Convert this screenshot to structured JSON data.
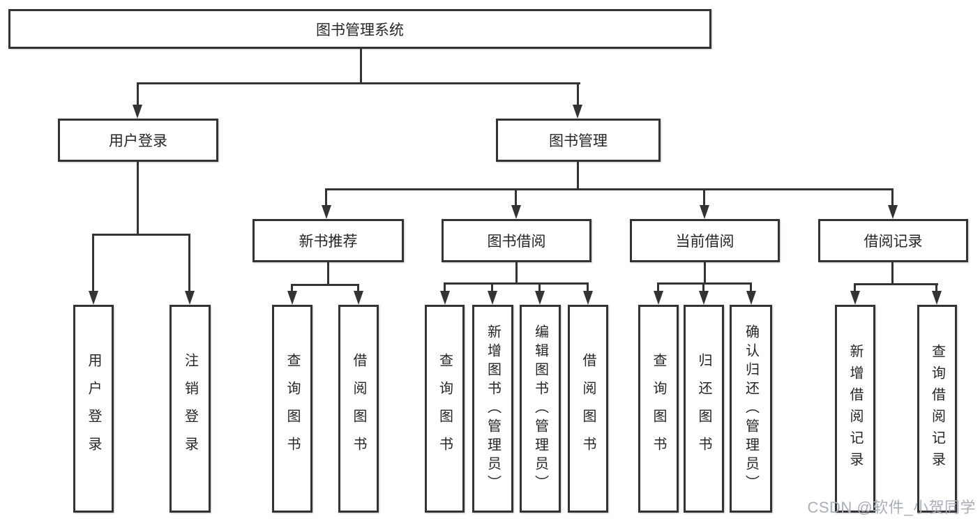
{
  "diagram": {
    "root": {
      "label": "图书管理系统",
      "children": [
        {
          "label": "用户登录",
          "children": [
            {
              "label": "用户登录"
            },
            {
              "label": "注销登录"
            }
          ]
        },
        {
          "label": "图书管理",
          "children": [
            {
              "label": "新书推荐",
              "children": [
                {
                  "label": "查询图书"
                },
                {
                  "label": "借阅图书"
                }
              ]
            },
            {
              "label": "图书借阅",
              "children": [
                {
                  "label": "查询图书"
                },
                {
                  "label": "新增图书（管理员）"
                },
                {
                  "label": "编辑图书（管理员）"
                },
                {
                  "label": "借阅图书"
                }
              ]
            },
            {
              "label": "当前借阅",
              "children": [
                {
                  "label": "查询图书"
                },
                {
                  "label": "归还图书"
                },
                {
                  "label": "确认归还（管理员）"
                }
              ]
            },
            {
              "label": "借阅记录",
              "children": [
                {
                  "label": "新增借阅记录"
                },
                {
                  "label": "查询借阅记录"
                }
              ]
            }
          ]
        }
      ]
    },
    "watermark": "CSDN @软件_小贺同学",
    "colors": {
      "line": "#333333",
      "text": "#262626",
      "box_fill": "#ffffff",
      "background": "#ffffff",
      "watermark": "#a9aeb9"
    }
  }
}
